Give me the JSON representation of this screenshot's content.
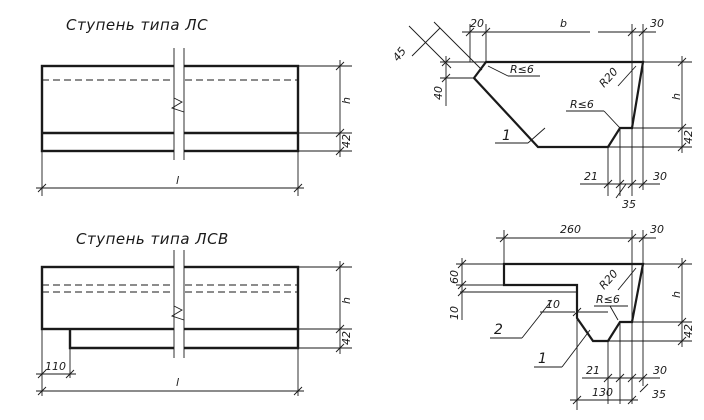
{
  "titles": {
    "ls": "Ступень типа ЛС",
    "lsv": "Ступень типа ЛСВ"
  },
  "view_ls": {
    "h": "h",
    "d42": "42",
    "l": "l"
  },
  "view_lsv": {
    "h": "h",
    "d42": "42",
    "d110": "110",
    "l": "l"
  },
  "section_ls": {
    "d20": "20",
    "b": "b",
    "d30_top": "30",
    "d45": "45",
    "d40": "40",
    "r6a": "R≤6",
    "r20": "R20",
    "r6b": "R≤6",
    "h": "h",
    "d42": "42",
    "callout1": "1",
    "d21": "21",
    "d30_bot": "30",
    "d35": "35"
  },
  "section_lsv": {
    "d260": "260",
    "d30_top": "30",
    "d60": "60",
    "r20": "R20",
    "h": "h",
    "d10_left": "10",
    "d10": "10",
    "r6": "R≤6",
    "callout2": "2",
    "d42": "42",
    "callout1": "1",
    "d21": "21",
    "d30_bot": "30",
    "d130": "130",
    "d35": "35"
  }
}
